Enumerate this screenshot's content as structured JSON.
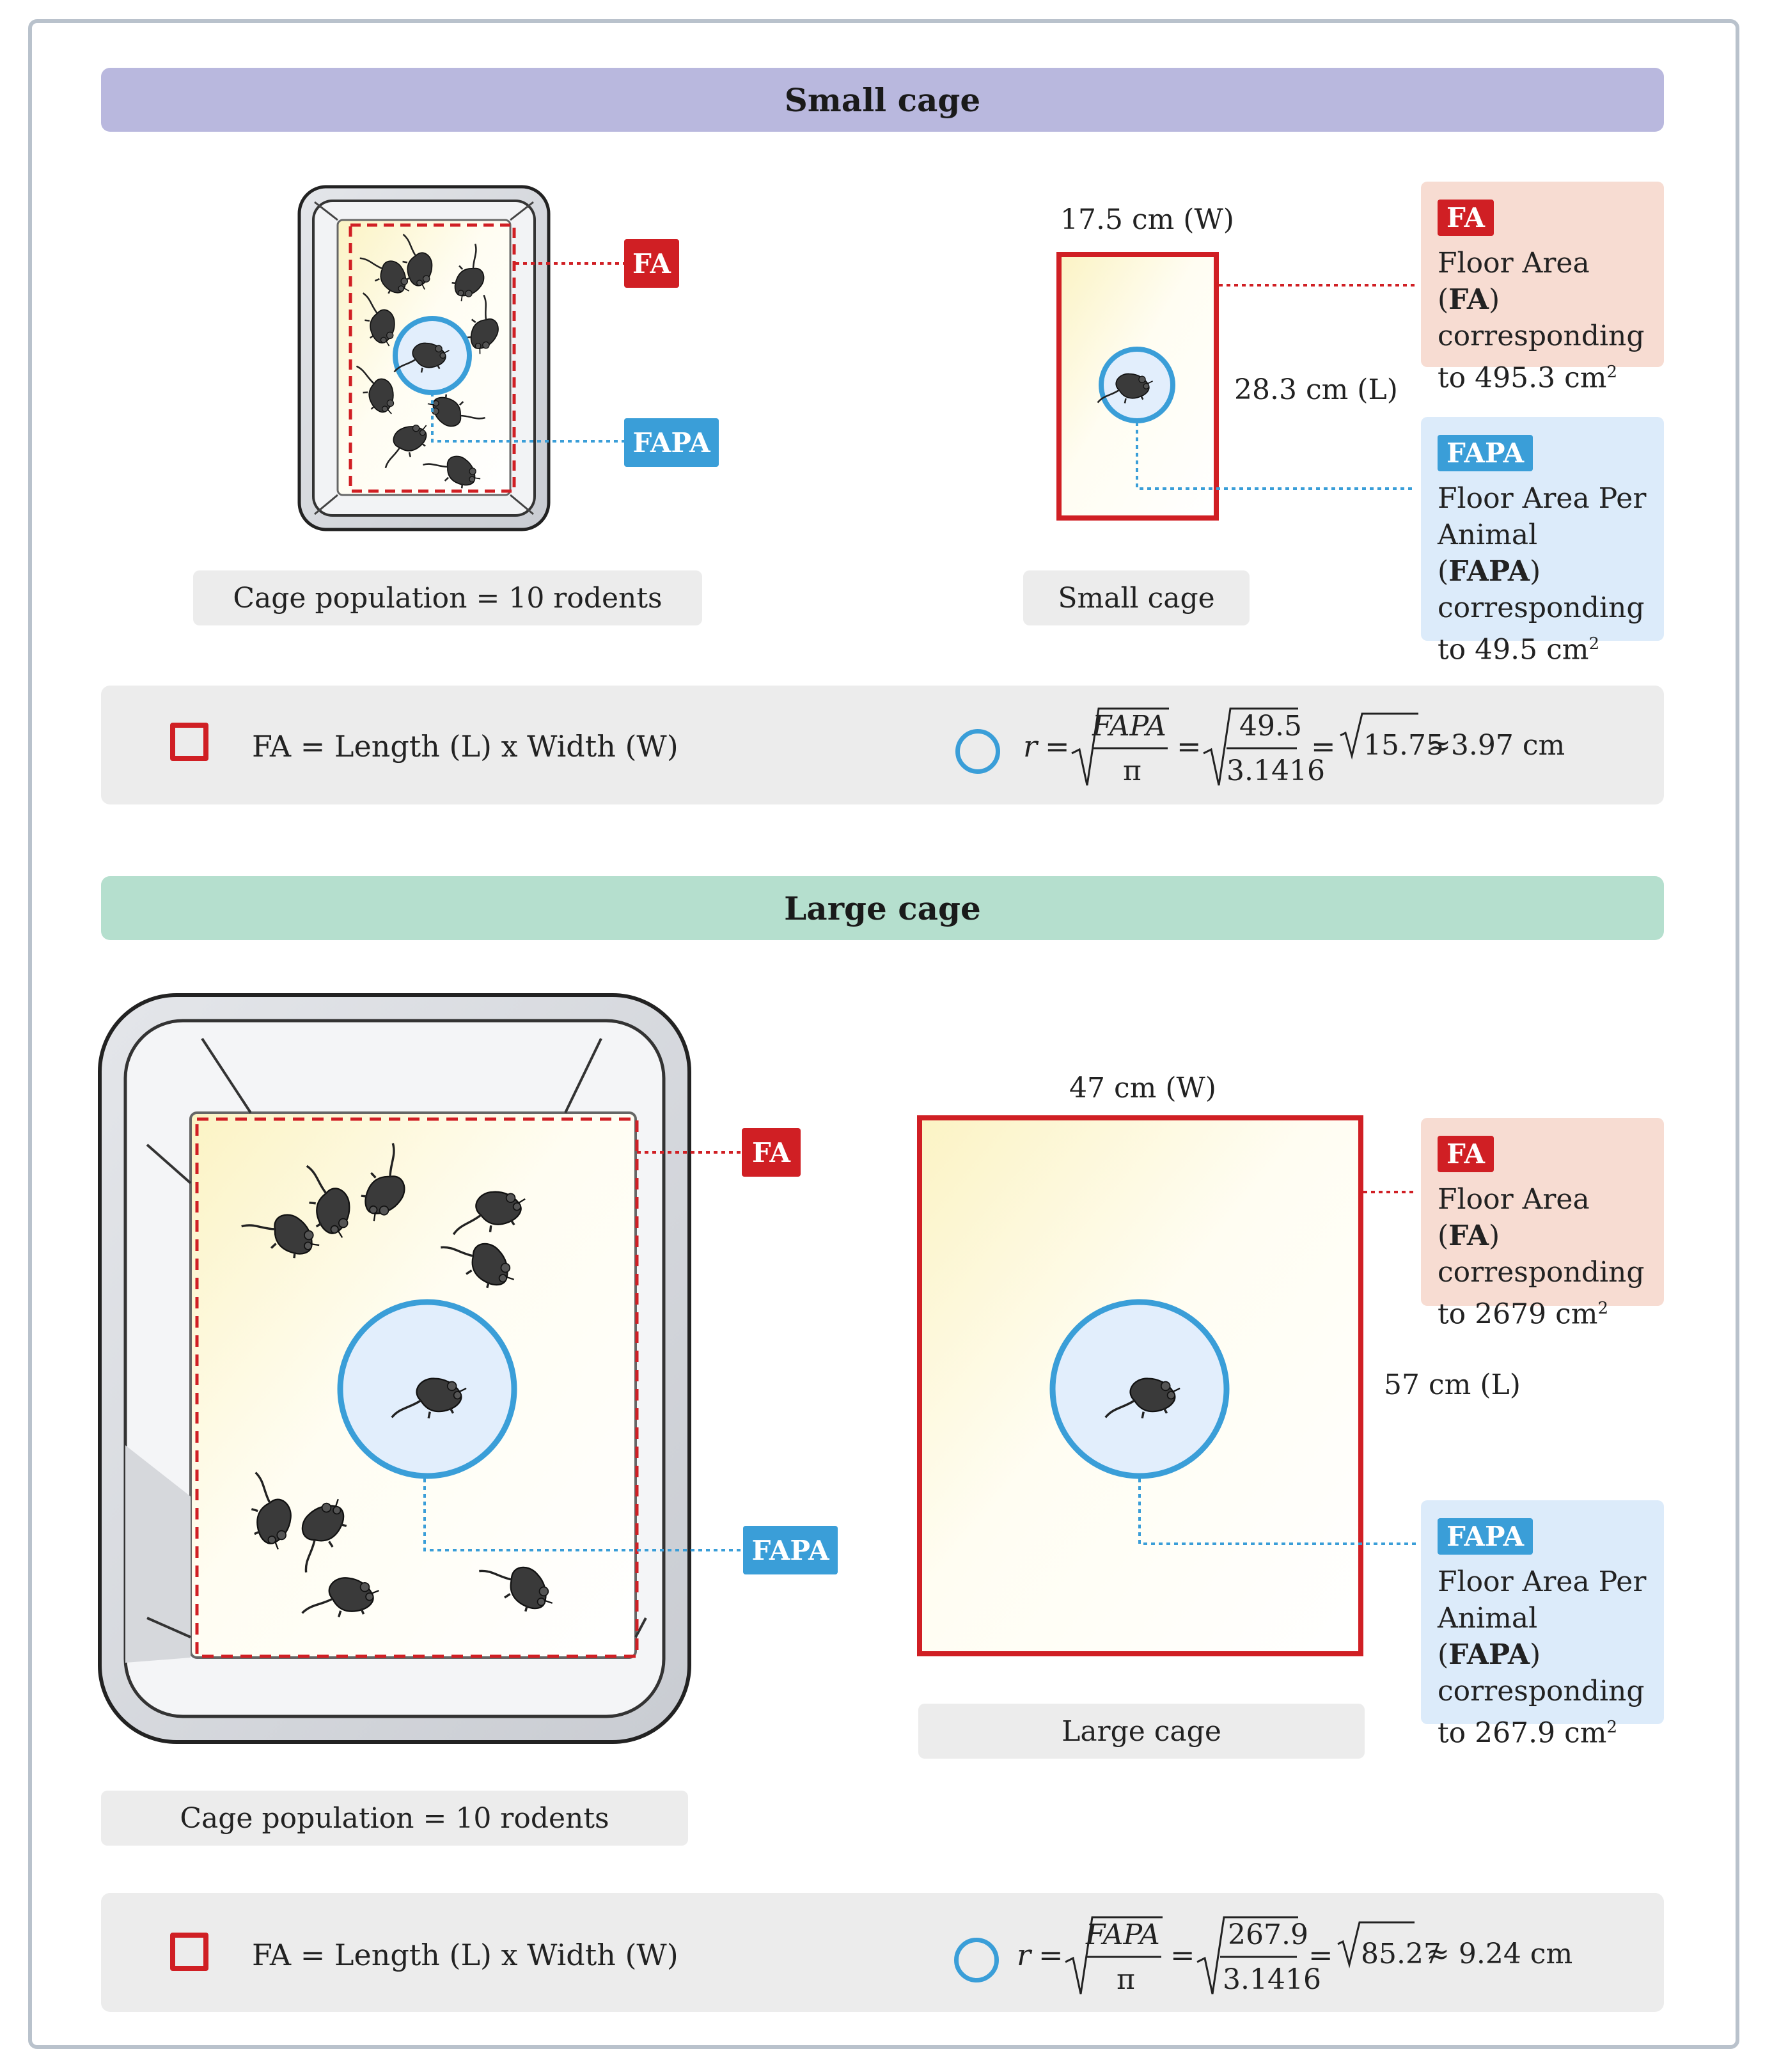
{
  "small": {
    "title": "Small cage",
    "width_label": "17.5 cm (W)",
    "length_label": "28.3 cm (L)",
    "population_label": "Cage population = 10 rodents",
    "cage_label": "Small cage",
    "fa_tag": "FA",
    "fapa_tag": "FAPA",
    "fa_box": {
      "line1_pre": "Floor Area (",
      "line1_bold": "FA",
      "line1_post": ")",
      "line2": "corresponding",
      "line3_pre": "to 495.3 cm",
      "sup": "2"
    },
    "fapa_box": {
      "line1": "Floor Area Per",
      "line2_pre": "Animal (",
      "line2_bold": "FAPA",
      "line2_post": ")",
      "line3": "corresponding",
      "line4_pre": "to 49.5 cm",
      "sup": "2"
    },
    "fa_formula": "FA = Length (L) x Width (W)",
    "r_formula": {
      "r": "r",
      "eq": "=",
      "num1": "FAPA",
      "den1": "π",
      "num2": "49.5",
      "den2": "3.1416",
      "sqrt_val": "15.75",
      "approx": "≈3.97 cm"
    }
  },
  "large": {
    "title": "Large cage",
    "width_label": "47 cm (W)",
    "length_label": "57 cm (L)",
    "population_label": "Cage population = 10 rodents",
    "cage_label": "Large cage",
    "fa_tag": "FA",
    "fapa_tag": "FAPA",
    "fa_box": {
      "line1_pre": "Floor Area (",
      "line1_bold": "FA",
      "line1_post": ")",
      "line2": "corresponding",
      "line3_pre": "to 2679 cm",
      "sup": "2"
    },
    "fapa_box": {
      "line1": "Floor Area Per",
      "line2_pre": "Animal (",
      "line2_bold": "FAPA",
      "line2_post": ")",
      "line3": "corresponding",
      "line4_pre": "to 267.9 cm",
      "sup": "2"
    },
    "fa_formula": "FA = Length (L) x Width (W)",
    "r_formula": {
      "r": "r",
      "eq": "=",
      "num1": "FAPA",
      "den1": "π",
      "num2": "267.9",
      "den2": "3.1416",
      "sqrt_val": "85.27",
      "approx": "≈ 9.24 cm"
    }
  },
  "colors": {
    "fa_red": "#d01f24",
    "fapa_blue": "#3a9ed8",
    "small_banner": "#b9b8de",
    "large_banner": "#b5dfce",
    "pill_gray": "#ececec",
    "fa_box_bg": "#f7dcd2",
    "fapa_box_bg": "#dcebfa"
  },
  "icons": [
    "mouse-icon",
    "cage-icon",
    "square-symbol-icon",
    "circle-symbol-icon"
  ]
}
